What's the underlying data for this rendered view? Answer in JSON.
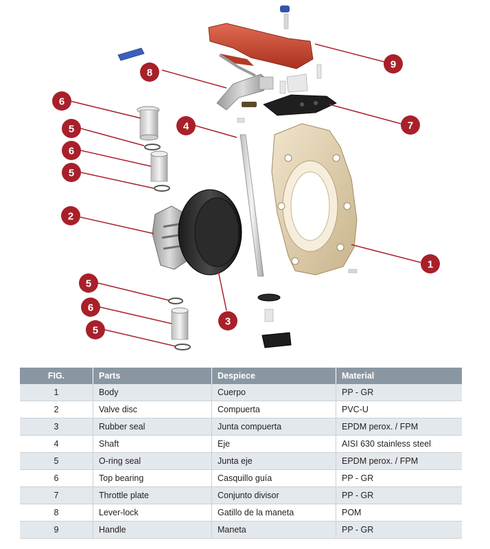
{
  "table": {
    "headers": {
      "fig": "FIG.",
      "parts": "Parts",
      "despiece": "Despiece",
      "material": "Material"
    },
    "rows": [
      {
        "fig": "1",
        "part": "Body",
        "despiece": "Cuerpo",
        "material": "PP - GR"
      },
      {
        "fig": "2",
        "part": "Valve disc",
        "despiece": "Compuerta",
        "material": "PVC-U"
      },
      {
        "fig": "3",
        "part": "Rubber seal",
        "despiece": "Junta compuerta",
        "material": "EPDM perox. / FPM"
      },
      {
        "fig": "4",
        "part": "Shaft",
        "despiece": "Eje",
        "material": "AISI 630 stainless steel"
      },
      {
        "fig": "5",
        "part": "O-ring seal",
        "despiece": "Junta eje",
        "material": "EPDM perox. / FPM"
      },
      {
        "fig": "6",
        "part": "Top bearing",
        "despiece": "Casquillo guía",
        "material": "PP - GR"
      },
      {
        "fig": "7",
        "part": "Throttle plate",
        "despiece": "Conjunto divisor",
        "material": "PP - GR"
      },
      {
        "fig": "8",
        "part": "Lever-lock",
        "despiece": "Gatillo de la maneta",
        "material": "POM"
      },
      {
        "fig": "9",
        "part": "Handle",
        "despiece": "Maneta",
        "material": "PP - GR"
      }
    ]
  },
  "callouts": [
    {
      "id": "c9",
      "label": "9"
    },
    {
      "id": "c8",
      "label": "8"
    },
    {
      "id": "c6a",
      "label": "6"
    },
    {
      "id": "c4",
      "label": "4"
    },
    {
      "id": "c7",
      "label": "7"
    },
    {
      "id": "c5a",
      "label": "5"
    },
    {
      "id": "c6b",
      "label": "6"
    },
    {
      "id": "c5b",
      "label": "5"
    },
    {
      "id": "c2",
      "label": "2"
    },
    {
      "id": "c1",
      "label": "1"
    },
    {
      "id": "c5c",
      "label": "5"
    },
    {
      "id": "c6c",
      "label": "6"
    },
    {
      "id": "c3",
      "label": "3"
    },
    {
      "id": "c5d",
      "label": "5"
    }
  ],
  "colors": {
    "callout_fill": "#a8202a",
    "leader_line": "#a8202a",
    "handle_red": "#c9402f",
    "body_beige": "#e3d3b3",
    "table_header": "#8a97a3",
    "table_row_alt": "#e3e8ed"
  }
}
